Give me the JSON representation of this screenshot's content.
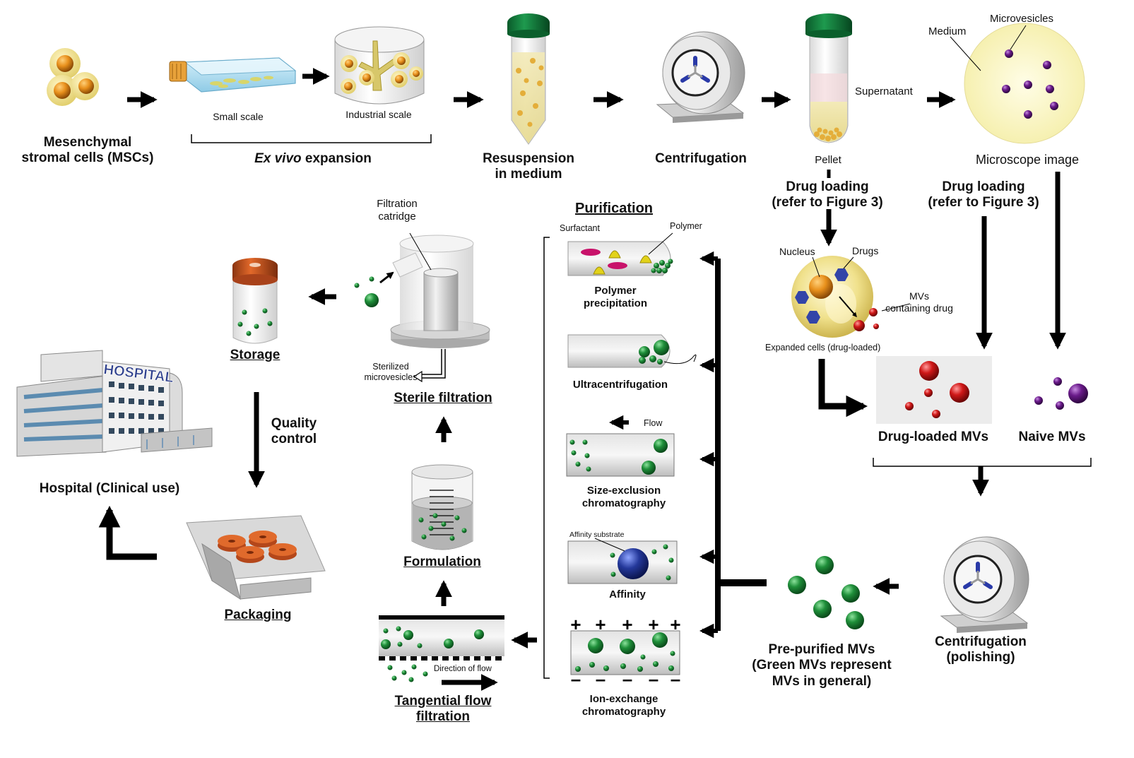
{
  "top": {
    "mscs": [
      "Mesenchymal",
      "stromal cells (MSCs)"
    ],
    "small_scale": "Small scale",
    "industrial_scale": "Industrial scale",
    "ex_vivo_italic": "Ex vivo",
    "ex_vivo_rest": " expansion",
    "resuspension": [
      "Resuspension",
      "in medium"
    ],
    "centrifugation": "Centrifugation",
    "pellet": "Pellet",
    "supernatant": "Supernatant",
    "medium": "Medium",
    "microvesicles": "Microvesicles",
    "microscope_image": "Microscope image"
  },
  "drug_loading": {
    "left": [
      "Drug loading",
      "(refer to Figure 3)"
    ],
    "right": [
      "Drug loading",
      "(refer to Figure 3)"
    ],
    "nucleus": "Nucleus",
    "drugs": "Drugs",
    "mvs_containing": [
      "MVs",
      "containing drug"
    ],
    "expanded_cells": "Expanded cells (drug-loaded)",
    "drug_loaded_mvs": "Drug-loaded MVs",
    "naive_mvs": "Naive MVs"
  },
  "purification": {
    "title": "Purification",
    "surfactant": "Surfactant",
    "polymer": "Polymer",
    "polymer_precipitation": [
      "Polymer",
      "precipitation"
    ],
    "ultracentrifugation": "Ultracentrifugation",
    "flow": "Flow",
    "size_exclusion": [
      "Size-exclusion",
      "chromatography"
    ],
    "affinity_substrate": "Affinity substrate",
    "affinity": "Affinity",
    "ion_exchange": [
      "Ion-exchange",
      "chromatography"
    ]
  },
  "right_bottom": {
    "centrifugation_polishing": [
      "Centrifugation",
      "(polishing)"
    ],
    "pre_purified": [
      "Pre-purified MVs",
      "(Green MVs represent",
      "MVs in general)"
    ]
  },
  "middle": {
    "filtration_cartridge": [
      "Filtration",
      "catridge"
    ],
    "sterilized_mvs": [
      "Sterilized",
      "microvesicles"
    ],
    "sterile_filtration": "Sterile filtration",
    "formulation": "Formulation",
    "direction_of_flow": "Direction of flow",
    "tangential_flow": [
      "Tangential flow",
      "filtration"
    ]
  },
  "left": {
    "storage": "Storage",
    "quality_control": [
      "Quality",
      "control"
    ],
    "hospital_sign": "HOSPITAL",
    "hospital_clinical": "Hospital (Clinical use)",
    "packaging": "Packaging"
  },
  "signs": {
    "plus": "+",
    "minus": "–"
  },
  "colors": {
    "mv_green": "#1f8f3a",
    "drug_red": "#d01818",
    "naive_purple": "#6a1b8a",
    "cell_yellow": "#f2e08a",
    "cell_core": "#e8901c",
    "tube_cap": "#0f7a3a",
    "storage_cap": "#c9531a",
    "drug_blue": "#3344a8"
  }
}
